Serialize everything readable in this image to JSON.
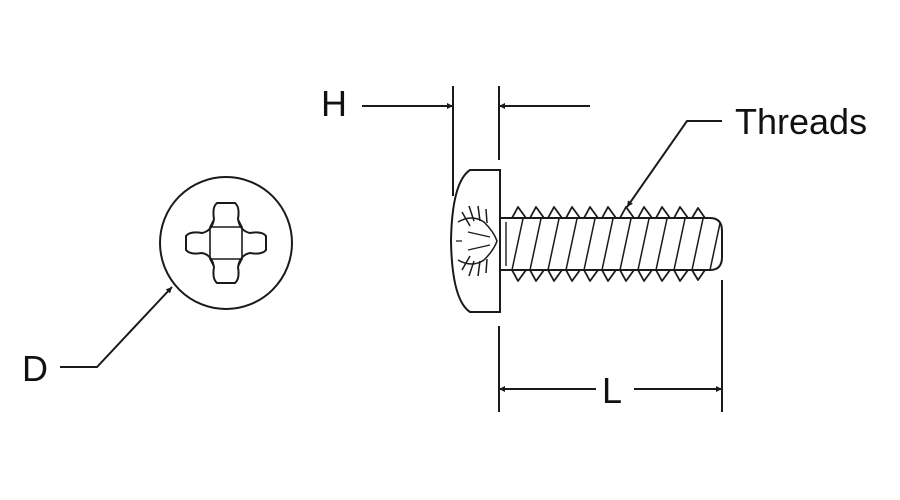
{
  "labels": {
    "height": "H",
    "threads": "Threads",
    "diameter": "D",
    "length": "L"
  },
  "icons": {
    "head_view": "phillips-head-top-view-icon",
    "screw_side": "pan-head-screw-side-view-icon"
  },
  "colors": {
    "line": "#1a1a1a",
    "background": "#ffffff"
  }
}
